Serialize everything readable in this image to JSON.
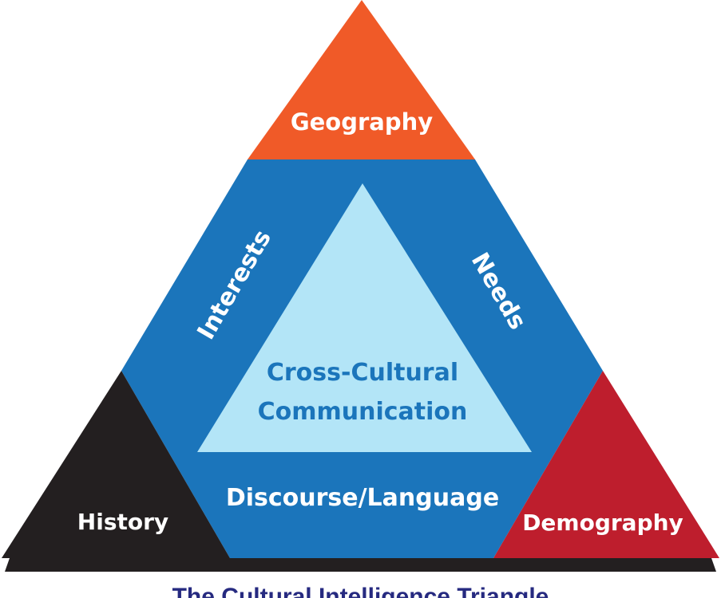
{
  "labels": {
    "top": "Geography",
    "left": "History",
    "right": "Demography",
    "left_edge": "Interests",
    "right_edge": "Needs",
    "bottom": "Discourse/Language",
    "center_line1": "Cross-Cultural",
    "center_line2": "Communication"
  },
  "caption": "The Cultural Intelligence Triangle",
  "colors": {
    "top": "#f05a28",
    "left": "#231f20",
    "right": "#be1e2d",
    "middle": "#1b75bb",
    "center": "#b3e5f7",
    "base_shadow": "#231f20",
    "text_light": "#ffffff",
    "text_center": "#1b75bb",
    "caption": "#262a80"
  }
}
